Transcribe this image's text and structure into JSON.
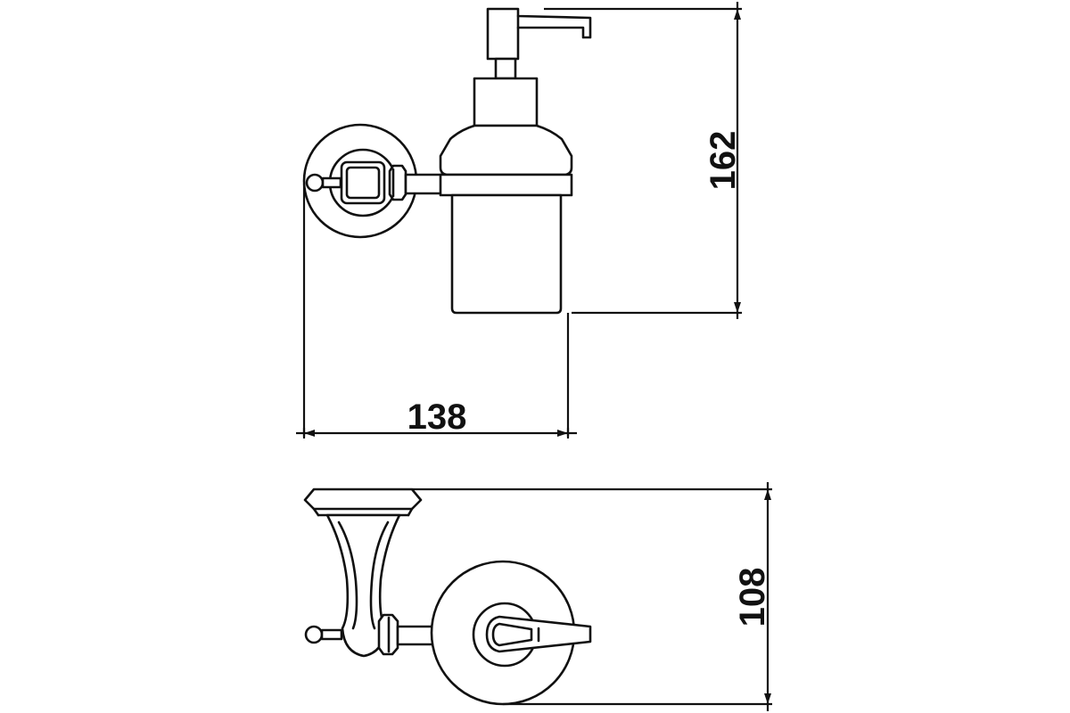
{
  "dimensions": {
    "width": "138",
    "height": "162",
    "depth": "108"
  },
  "colors": {
    "line": "#111111",
    "background": "#ffffff"
  }
}
